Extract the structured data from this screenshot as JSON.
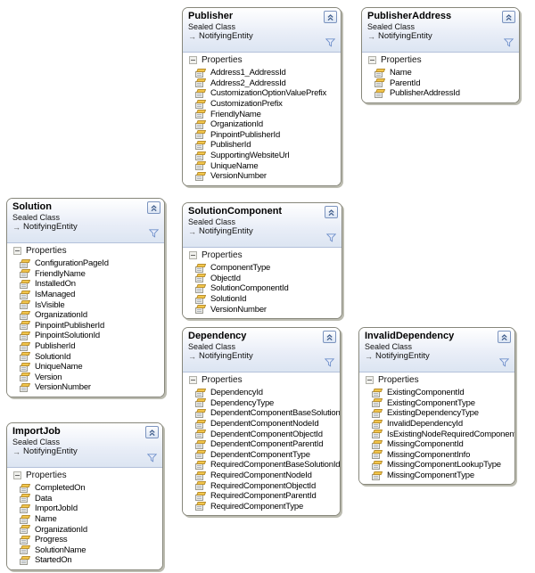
{
  "icons": {
    "inheritance_arrow": "→"
  },
  "colors": {
    "box_border": "#87877b",
    "box_shadow": "#bcbcb1",
    "header_gradient_top": "#ffffff",
    "header_gradient_bottom": "#dce5f2",
    "separator_blue": "#b3c1da",
    "filter_icon_blue": "#6e8fc9",
    "collapse_button_border": "#7c94bf",
    "property_icon_yellow": "#f2c64b"
  },
  "classes": [
    {
      "name": "Publisher",
      "stereotype": "Sealed Class",
      "base": "NotifyingEntity",
      "section_label": "Properties",
      "properties": [
        "Address1_AddressId",
        "Address2_AddressId",
        "CustomizationOptionValuePrefix",
        "CustomizationPrefix",
        "FriendlyName",
        "OrganizationId",
        "PinpointPublisherId",
        "PublisherId",
        "SupportingWebsiteUrl",
        "UniqueName",
        "VersionNumber"
      ]
    },
    {
      "name": "PublisherAddress",
      "stereotype": "Sealed Class",
      "base": "NotifyingEntity",
      "section_label": "Properties",
      "properties": [
        "Name",
        "ParentId",
        "PublisherAddressId"
      ]
    },
    {
      "name": "Solution",
      "stereotype": "Sealed Class",
      "base": "NotifyingEntity",
      "section_label": "Properties",
      "properties": [
        "ConfigurationPageId",
        "FriendlyName",
        "InstalledOn",
        "IsManaged",
        "IsVisible",
        "OrganizationId",
        "PinpointPublisherId",
        "PinpointSolutionId",
        "PublisherId",
        "SolutionId",
        "UniqueName",
        "Version",
        "VersionNumber"
      ]
    },
    {
      "name": "SolutionComponent",
      "stereotype": "Sealed Class",
      "base": "NotifyingEntity",
      "section_label": "Properties",
      "properties": [
        "ComponentType",
        "ObjectId",
        "SolutionComponentId",
        "SolutionId",
        "VersionNumber"
      ]
    },
    {
      "name": "Dependency",
      "stereotype": "Sealed Class",
      "base": "NotifyingEntity",
      "section_label": "Properties",
      "properties": [
        "DependencyId",
        "DependencyType",
        "DependentComponentBaseSolutionId",
        "DependentComponentNodeId",
        "DependentComponentObjectId",
        "DependentComponentParentId",
        "DependentComponentType",
        "RequiredComponentBaseSolutionId",
        "RequiredComponentNodeId",
        "RequiredComponentObjectId",
        "RequiredComponentParentId",
        "RequiredComponentType"
      ]
    },
    {
      "name": "InvalidDependency",
      "stereotype": "Sealed Class",
      "base": "NotifyingEntity",
      "section_label": "Properties",
      "properties": [
        "ExistingComponentId",
        "ExistingComponentType",
        "ExistingDependencyType",
        "InvalidDependencyId",
        "IsExistingNodeRequiredComponent",
        "MissingComponentId",
        "MissingComponentInfo",
        "MissingComponentLookupType",
        "MissingComponentType"
      ]
    },
    {
      "name": "ImportJob",
      "stereotype": "Sealed Class",
      "base": "NotifyingEntity",
      "section_label": "Properties",
      "properties": [
        "CompletedOn",
        "Data",
        "ImportJobId",
        "Name",
        "OrganizationId",
        "Progress",
        "SolutionName",
        "StartedOn"
      ]
    }
  ]
}
